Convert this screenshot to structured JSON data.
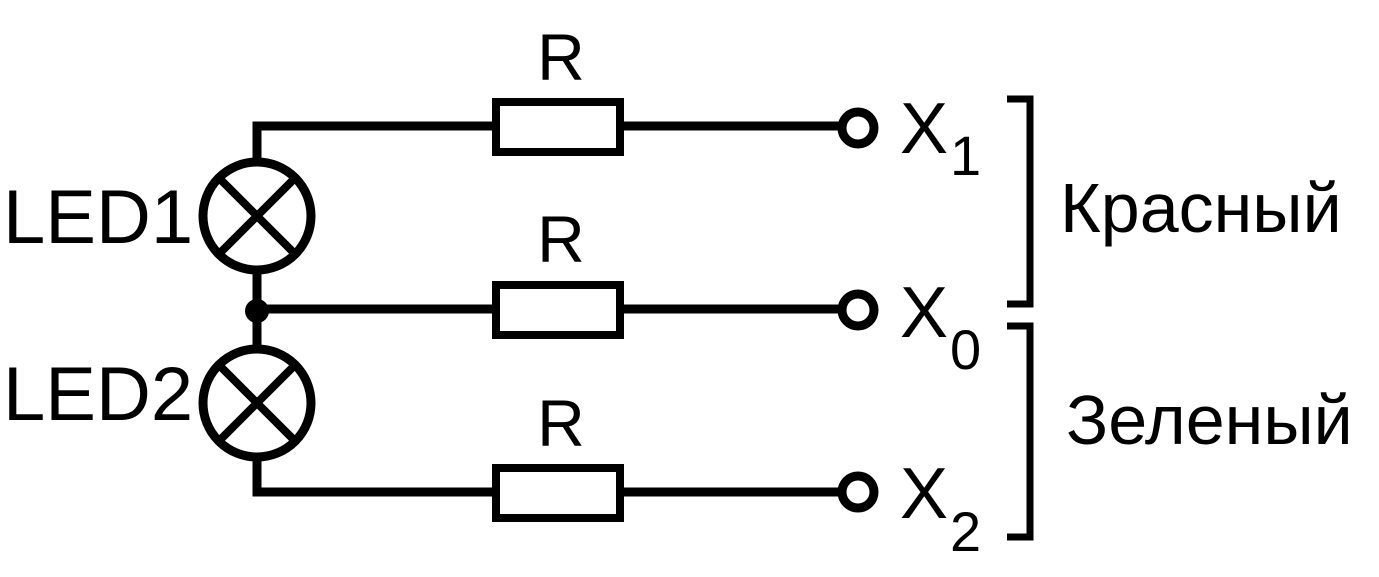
{
  "leds": [
    {
      "label": "LED1"
    },
    {
      "label": "LED2"
    }
  ],
  "resistors": [
    {
      "label": "R"
    },
    {
      "label": "R"
    },
    {
      "label": "R"
    }
  ],
  "terminals": [
    {
      "letter": "X",
      "subscript": "1"
    },
    {
      "letter": "X",
      "subscript": "0"
    },
    {
      "letter": "X",
      "subscript": "2"
    }
  ],
  "groups": {
    "red_label": "Красный",
    "green_label": "Зеленый"
  }
}
